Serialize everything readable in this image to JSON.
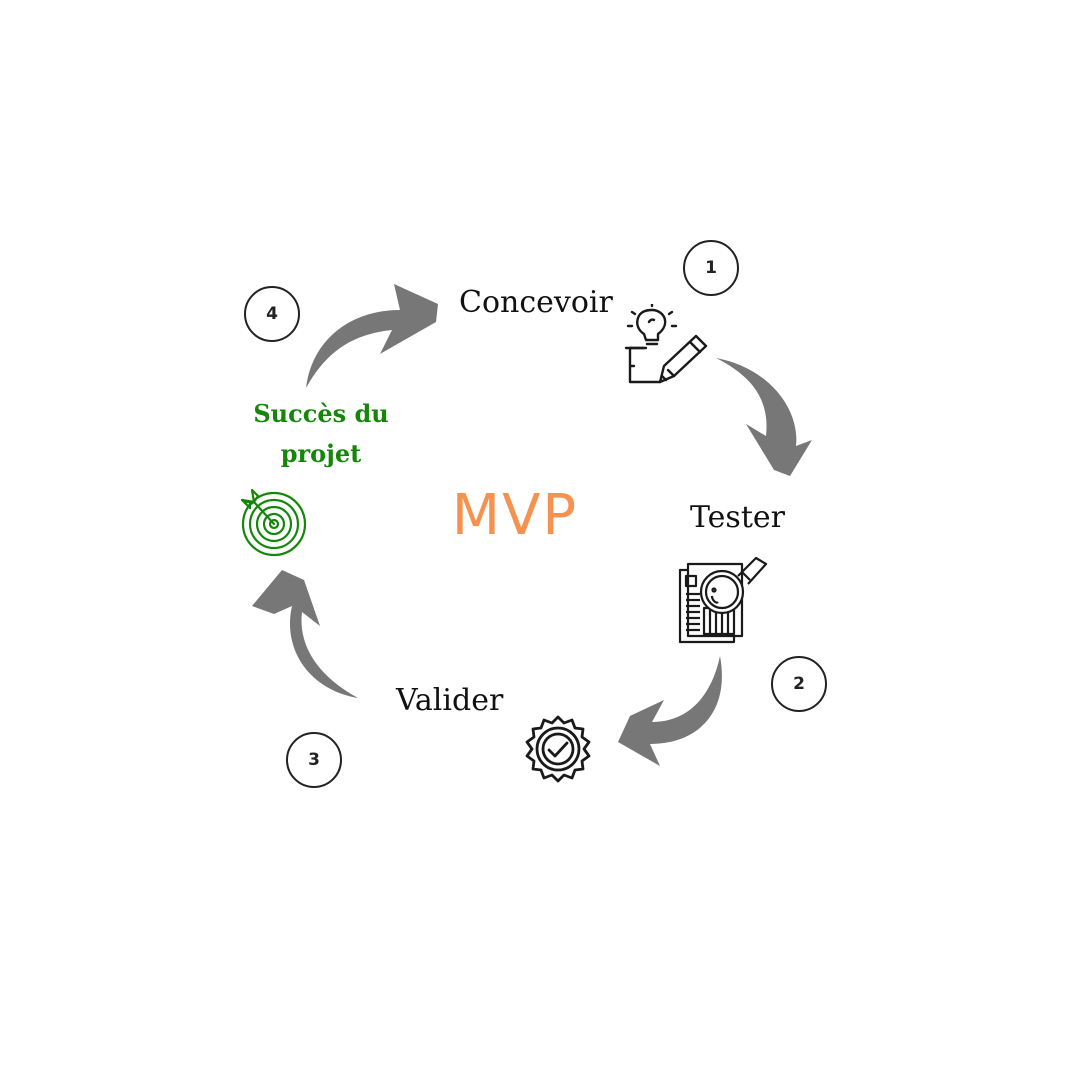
{
  "diagram": {
    "center_label": "MVP",
    "steps": [
      {
        "number": "1",
        "label": "Concevoir",
        "icon": "idea-pencil-icon"
      },
      {
        "number": "2",
        "label": "Tester",
        "icon": "document-magnifier-icon"
      },
      {
        "number": "3",
        "label": "Valider",
        "icon": "approval-badge-icon"
      },
      {
        "number": "4",
        "label": "Succès du projet",
        "icon": "target-dart-icon"
      }
    ],
    "colors": {
      "center": "#f6924f",
      "success": "#14870a",
      "arrows": "#777777",
      "icons": "#1a1a1a"
    }
  }
}
